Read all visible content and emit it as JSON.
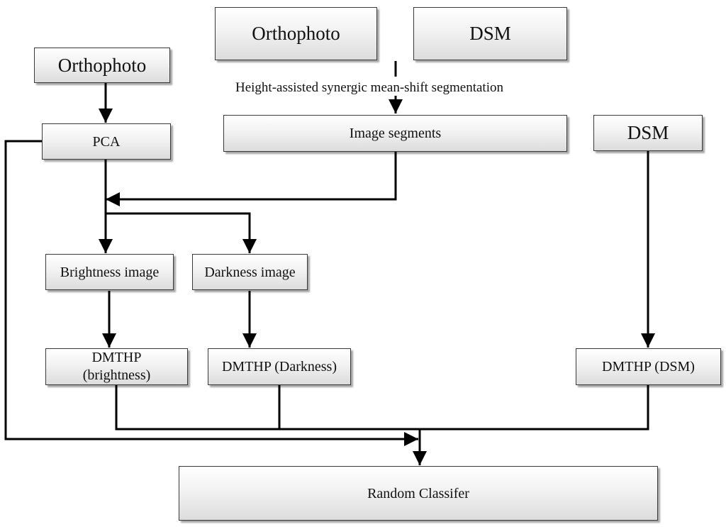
{
  "nodes": {
    "orthophoto_left": "Orthophoto",
    "orthophoto_top": "Orthophoto",
    "dsm_top": "DSM",
    "pca": "PCA",
    "image_segments": "Image segments",
    "dsm_right": "DSM",
    "brightness_image": "Brightness image",
    "darkness_image": "Darkness image",
    "dmthp_brightness": "DMTHP\n(brightness)",
    "dmthp_darkness": "DMTHP (Darkness)",
    "dmthp_dsm": "DMTHP (DSM)",
    "random_classifier": "Random Classifer"
  },
  "edge_labels": {
    "segmentation": "Height-assisted synergic mean-shift segmentation"
  },
  "colors": {
    "line": "#000000",
    "box_border": "#3a3a3a",
    "box_fill_top": "#ffffff",
    "box_fill_bottom": "#dcdcdc"
  }
}
